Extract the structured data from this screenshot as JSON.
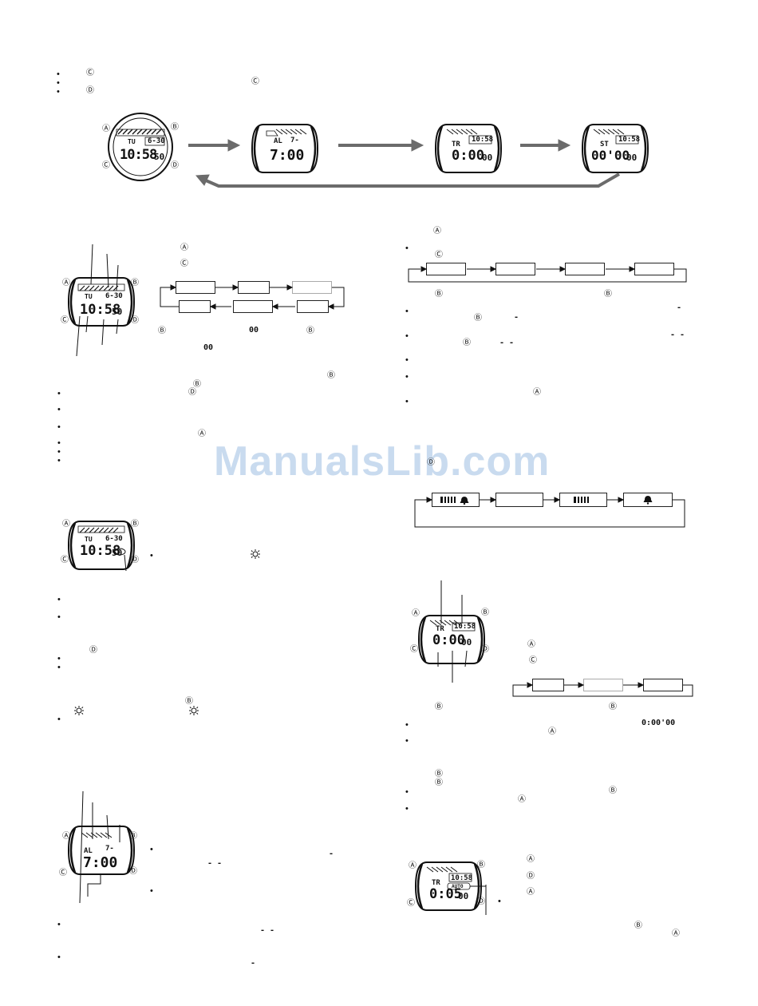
{
  "watermark": "ManualsLib.com",
  "buttons": {
    "a": "Ⓐ",
    "b": "Ⓑ",
    "c": "Ⓒ",
    "d": "Ⓓ"
  },
  "bullet": "•",
  "light_icon": "light-icon",
  "watches": {
    "timekeeping": {
      "date": "6-30",
      "time": "10:58",
      "seconds": "50",
      "day": "TU"
    },
    "alarm": {
      "label": "AL",
      "date": "7-",
      "time": "7:00"
    },
    "timer": {
      "label": "TR",
      "clock": "10:58",
      "main": "0:00",
      "sub": "00"
    },
    "stopwatch": {
      "label": "ST",
      "clock": "10:58",
      "main": "00'00",
      "sub": "00"
    },
    "timer_auto": {
      "label": "TR",
      "clock": "10:58",
      "main": "0:05",
      "sub": "00",
      "badge": "AUTO"
    }
  },
  "readouts": {
    "double_zero": "00",
    "dash_single": "-",
    "dash_double": "- -",
    "timer_reset": "0:00'00"
  },
  "colors": {
    "arrow": "#6b6b6b",
    "watermark": "#c9dbef"
  }
}
